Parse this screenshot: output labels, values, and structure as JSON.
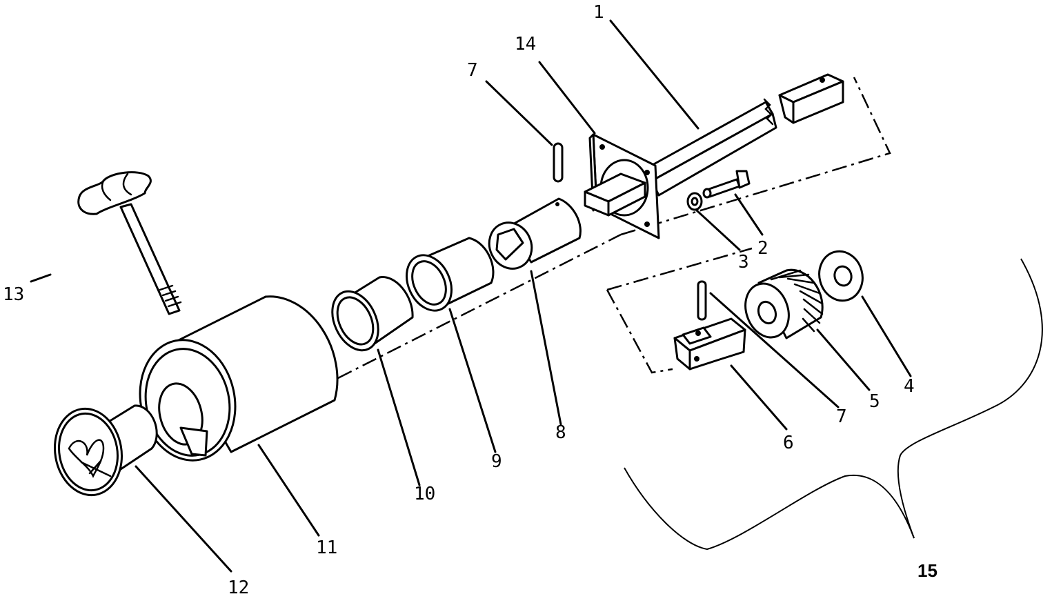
{
  "diagram": {
    "labels": {
      "l1": "1",
      "l2": "2",
      "l3": "3",
      "l4": "4",
      "l5": "5",
      "l6": "6",
      "l7a": "7",
      "l7b": "7",
      "l8": "8",
      "l9": "9",
      "l10": "10",
      "l11": "11",
      "l12": "12",
      "l13": "13",
      "l14": "14",
      "l15": "15"
    }
  }
}
